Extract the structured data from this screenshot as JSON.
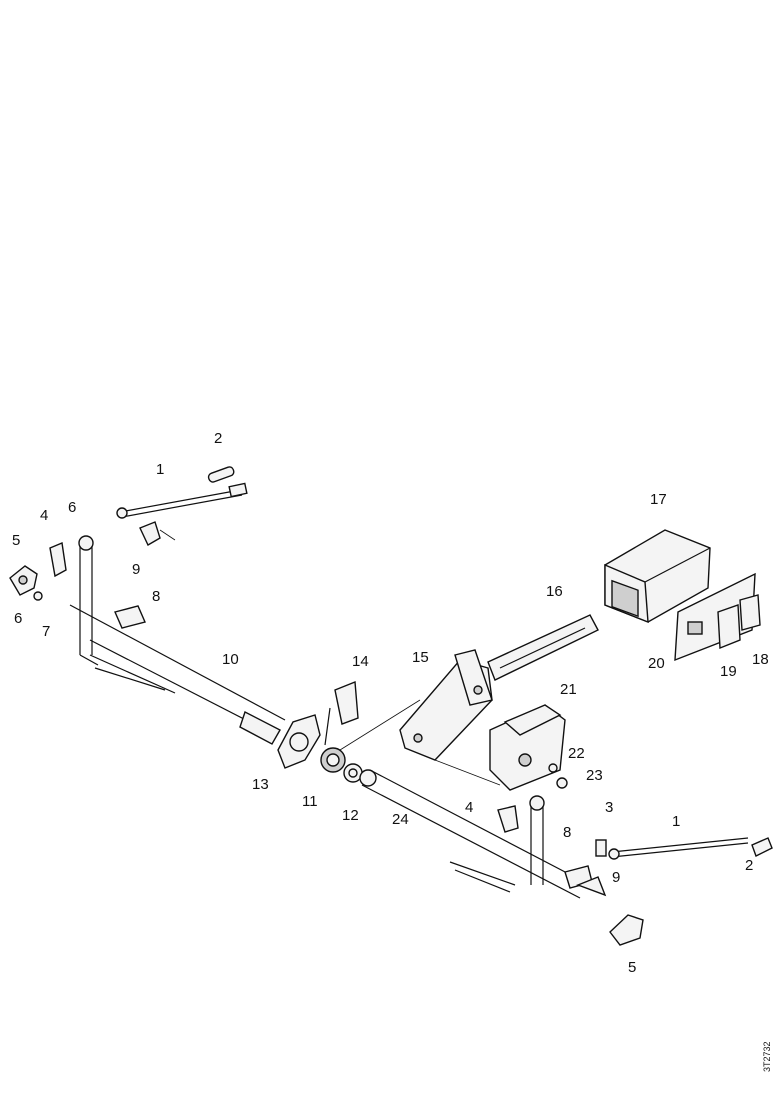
{
  "diagram": {
    "callouts": {
      "c1a": "1",
      "c2a": "2",
      "c9a": "9",
      "c4a": "4",
      "c5a": "5",
      "c6a": "6",
      "c6b": "6",
      "c7": "7",
      "c8a": "8",
      "c10": "10",
      "c13": "13",
      "c14": "14",
      "c11": "11",
      "c12": "12",
      "c15": "15",
      "c16": "16",
      "c17": "17",
      "c18": "18",
      "c19": "19",
      "c20": "20",
      "c21": "21",
      "c22": "22",
      "c23": "23",
      "c24": "24",
      "c4b": "4",
      "c8b": "8",
      "c3": "3",
      "c1b": "1",
      "c9b": "9",
      "c2b": "2",
      "c5b": "5"
    },
    "document_id": "3T2732"
  }
}
